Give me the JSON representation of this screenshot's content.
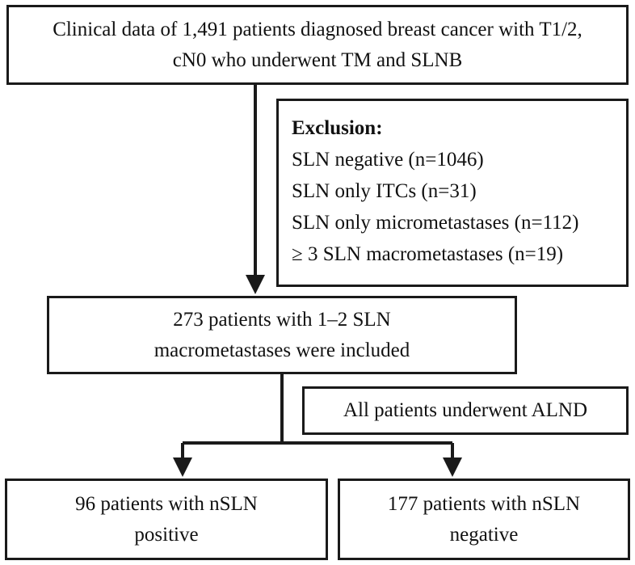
{
  "colors": {
    "stroke": "#1a1a1a",
    "background": "#ffffff"
  },
  "boxes": {
    "top": {
      "line1": "Clinical data of 1,491 patients diagnosed breast cancer with T1/2,",
      "line2": "cN0 who underwent TM and SLNB"
    },
    "exclusion": {
      "title": "Exclusion:",
      "items": [
        "SLN negative (n=1046)",
        "SLN only ITCs (n=31)",
        "SLN only micrometastases (n=112)",
        "≥ 3 SLN macrometastases (n=19)"
      ]
    },
    "included": {
      "line1": "273 patients with 1–2 SLN",
      "line2": "macrometastases were included"
    },
    "alnd": {
      "text": "All patients underwent ALND"
    },
    "positive": {
      "line1": "96 patients with nSLN",
      "line2": "positive"
    },
    "negative": {
      "line1": "177 patients with nSLN",
      "line2": "negative"
    }
  }
}
